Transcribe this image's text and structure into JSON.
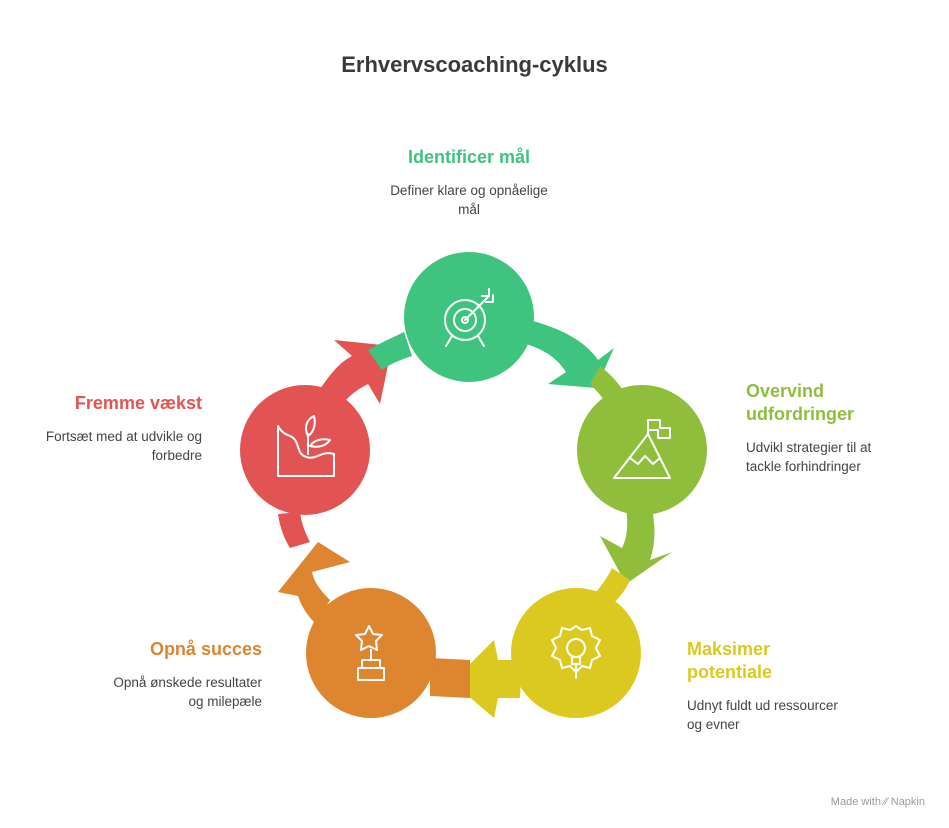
{
  "title": "Erhvervscoaching-cyklus",
  "colors": {
    "identify": "#3ec47f",
    "overcome": "#8fbe3c",
    "maximize": "#dcc91f",
    "achieve": "#dd852f",
    "grow": "#e25454"
  },
  "steps": [
    {
      "key": "identify",
      "title": "Identificer mål",
      "description": "Definer klare og opnåelige\nmål",
      "icon": "target-icon"
    },
    {
      "key": "overcome",
      "title": "Overvind\nudfordringer",
      "description": "Udvikl strategier til at\ntackle forhindringer",
      "icon": "mountain-flag-icon"
    },
    {
      "key": "maximize",
      "title": "Maksimer\npotentiale",
      "description": "Udnyt fuldt ud ressourcer\nog evner",
      "icon": "gear-lightbulb-icon"
    },
    {
      "key": "achieve",
      "title": "Opnå succes",
      "description": "Opnå ønskede resultater\nog milepæle",
      "icon": "trophy-star-icon"
    },
    {
      "key": "grow",
      "title": "Fremme vækst",
      "description": "Fortsæt med at udvikle og\nforbedre",
      "icon": "plant-growth-icon"
    }
  ],
  "credit": {
    "made_with": "Made with",
    "brand": "Napkin"
  }
}
